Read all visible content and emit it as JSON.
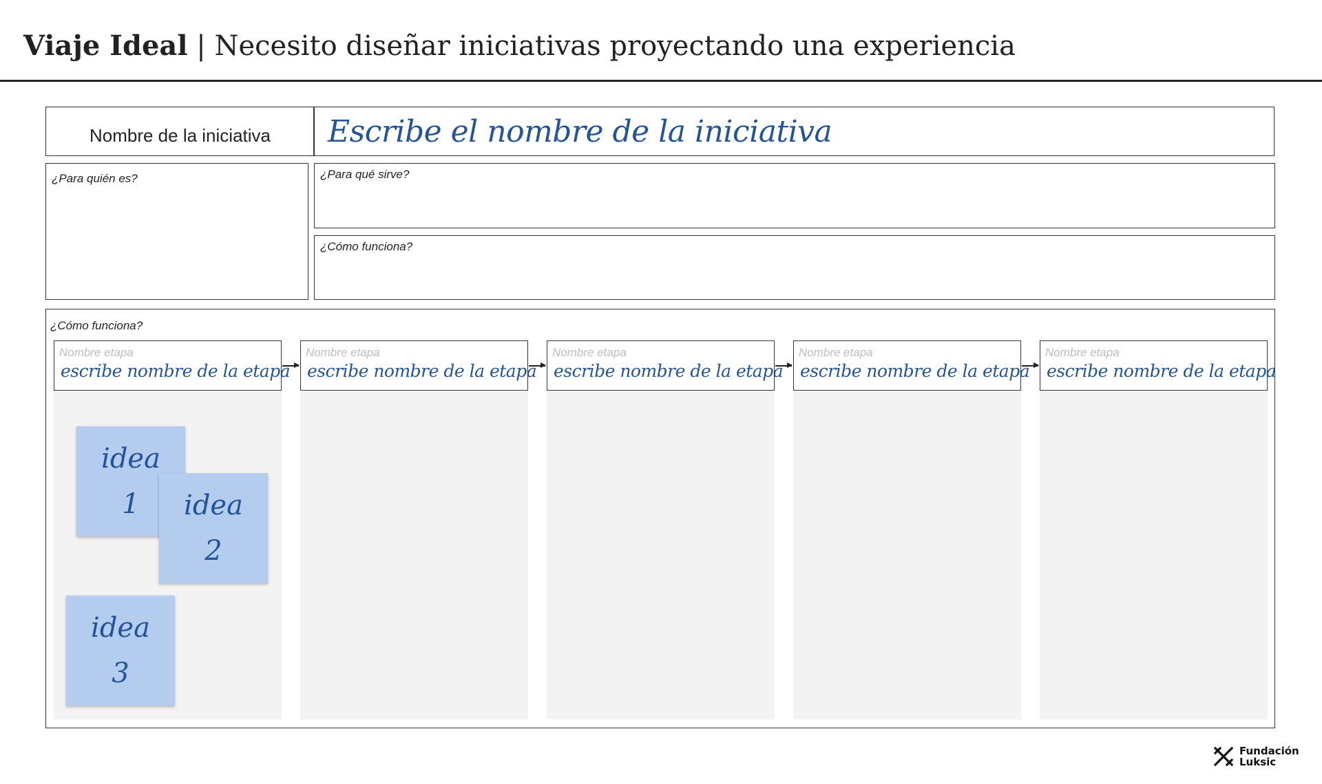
{
  "header": {
    "title_bold": "Viaje Ideal",
    "title_rest": " | Necesito diseñar iniciativas proyectando una experiencia"
  },
  "initiative": {
    "name_label": "Nombre de la iniciativa",
    "name_value": "Escribe el nombre de la iniciativa"
  },
  "questions": {
    "for_whom": "¿Para quién es?",
    "what_for": "¿Para qué sirve?",
    "how_works": "¿Cómo funciona?"
  },
  "stages_section": {
    "label": "¿Cómo funciona?",
    "stages": [
      {
        "label": "Nombre etapa",
        "value": "escribe nombre de la etapa"
      },
      {
        "label": "Nombre etapa",
        "value": "escribe nombre de la etapa"
      },
      {
        "label": "Nombre etapa",
        "value": "escribe nombre de la etapa"
      },
      {
        "label": "Nombre etapa",
        "value": "escribe nombre de la etapa"
      },
      {
        "label": "Nombre etapa",
        "value": "escribe nombre de la etapa"
      }
    ]
  },
  "sticky_notes": [
    {
      "word": "idea",
      "number": "1"
    },
    {
      "word": "idea",
      "number": "2"
    },
    {
      "word": "idea",
      "number": "3"
    }
  ],
  "logo": {
    "line1": "Fundación",
    "line2": "Luksic"
  },
  "colors": {
    "handwriting": "#23549a",
    "sticky": "#b4cdee",
    "column_bg": "#f3f3f3"
  }
}
